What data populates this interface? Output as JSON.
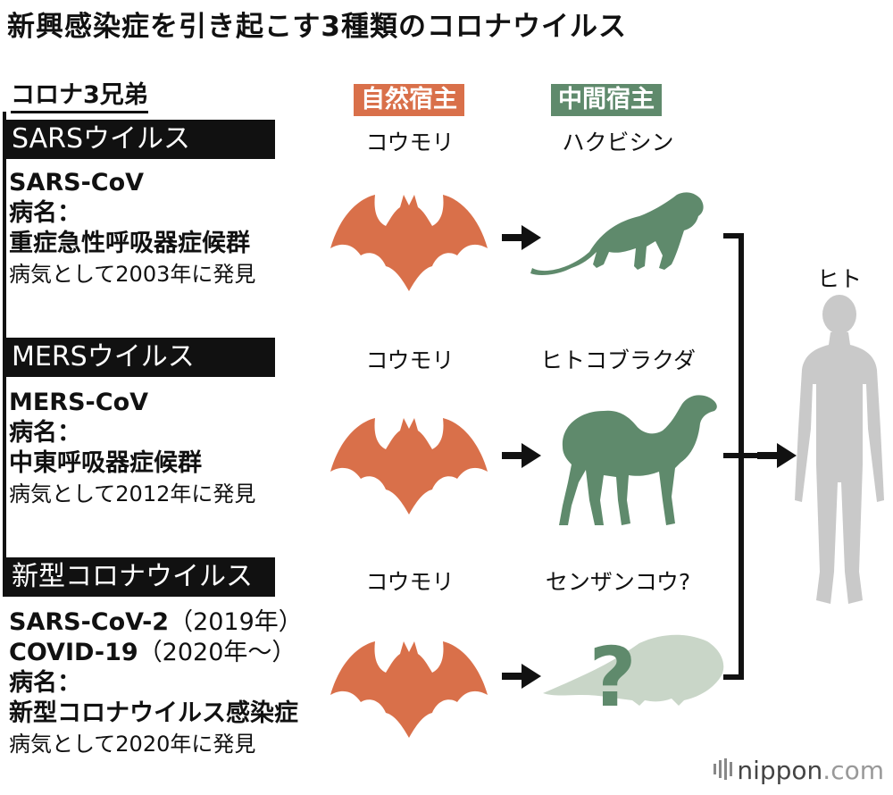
{
  "title": "新興感染症を引き起こす3種類のコロナウイルス",
  "family_label": "コロナ3兄弟",
  "host_headers": {
    "natural": "自然宿主",
    "intermediate": "中間宿主"
  },
  "human_label": "ヒト",
  "viruses": [
    {
      "header": "SARSウイルス",
      "code": "SARS-CoV",
      "disease_prefix": "病名：",
      "disease": "重症急性呼吸器症候群",
      "discovery": "病気として2003年に発見",
      "natural_host": "コウモリ",
      "intermediate_host": "ハクビシン"
    },
    {
      "header": "MERSウイルス",
      "code": "MERS-CoV",
      "disease_prefix": "病名：",
      "disease": "中東呼吸器症候群",
      "discovery": "病気として2012年に発見",
      "natural_host": "コウモリ",
      "intermediate_host": "ヒトコブラクダ"
    },
    {
      "header": "新型コロナウイルス",
      "code": "SARS-CoV-2",
      "code_year": "（2019年）",
      "alt_code": "COVID-19",
      "alt_code_year": "（2020年～）",
      "disease_prefix": "病名：",
      "disease": "新型コロナウイルス感染症",
      "discovery": "病気として2020年に発見",
      "natural_host": "コウモリ",
      "intermediate_host": "センザンコウ?"
    }
  ],
  "logo": {
    "name": "nippon",
    "tld": ".com"
  },
  "colors": {
    "bat": "#d9704a",
    "intermediate": "#5f8a6c",
    "pangolin": "#c9d6c8",
    "human": "#c9c9c9",
    "label_bg": "#111111"
  }
}
